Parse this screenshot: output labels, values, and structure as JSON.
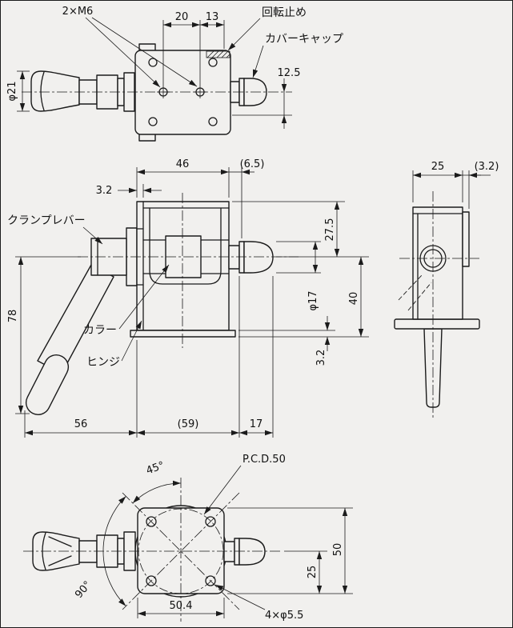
{
  "drawing": {
    "colors": {
      "line": "#1b1b1b",
      "background": "#f1f0ee"
    },
    "views": {
      "top": {
        "labels": {
          "thread": "2×M6",
          "dim_20": "20",
          "dim_13": "13",
          "rotation_stop": "回転止め",
          "cover_cap": "カバーキャップ",
          "dim_12_5": "12.5",
          "dia_21": "φ21"
        }
      },
      "front": {
        "labels": {
          "dim_46": "46",
          "dim_6_5": "(6.5)",
          "dim_3_2_top": "3.2",
          "clamp_lever": "クランプレバー",
          "dim_27_5": "27.5",
          "dia_17": "φ17",
          "dim_40": "40",
          "dim_3_2_bottom": "3.2",
          "dim_78": "78",
          "collar": "カラー",
          "hinge": "ヒンジ",
          "dim_56": "56",
          "dim_59": "(59)",
          "dim_17": "17"
        }
      },
      "side": {
        "labels": {
          "dim_25": "25",
          "dim_3_2": "(3.2)"
        }
      },
      "bottom": {
        "labels": {
          "angle_45": "45°",
          "pcd": "P.C.D.50",
          "angle_90": "90°",
          "dim_50_4": "50.4",
          "holes": "4×φ5.5",
          "dim_50": "50",
          "dim_25": "25"
        }
      }
    }
  }
}
